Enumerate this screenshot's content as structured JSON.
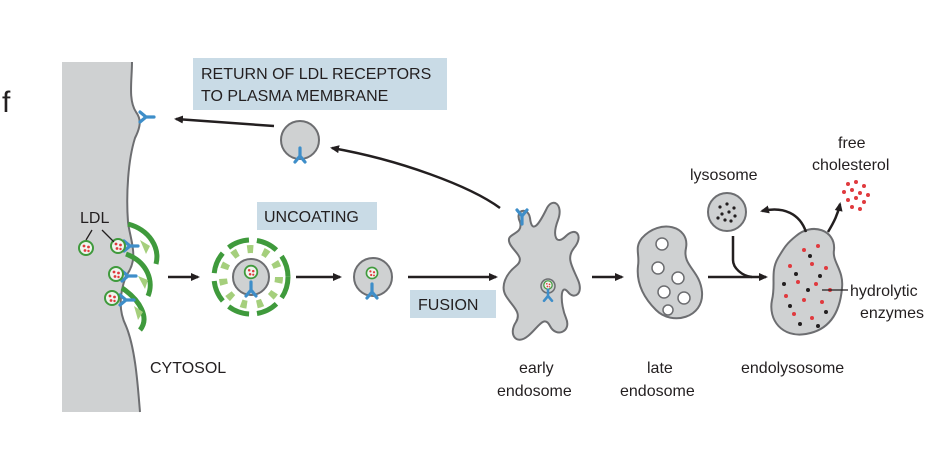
{
  "panel_letter": "f",
  "labels": {
    "return": [
      "RETURN OF LDL RECEPTORS",
      "TO PLASMA MEMBRANE"
    ],
    "uncoating": "UNCOATING",
    "fusion": "FUSION",
    "ldl": "LDL",
    "cytosol": "CYTOSOL",
    "early_endosome": [
      "early",
      "endosome"
    ],
    "late_endosome": [
      "late",
      "endosome"
    ],
    "endolysosome": "endolysosome",
    "lysosome": "lysosome",
    "free_cholesterol": [
      "free",
      "cholesterol"
    ],
    "hydrolytic_enzymes": [
      "hydrolytic",
      "enzymes"
    ]
  },
  "colors": {
    "membrane": "#cfd1d2",
    "membrane_edge": "#6d6e71",
    "label_box": "#c9dbe6",
    "receptor": "#3e8ec9",
    "coat": "#3f9a3c",
    "coat_light": "#a5cf7c",
    "cholesterol": "#e03a3e",
    "enzyme": "#231f20"
  }
}
